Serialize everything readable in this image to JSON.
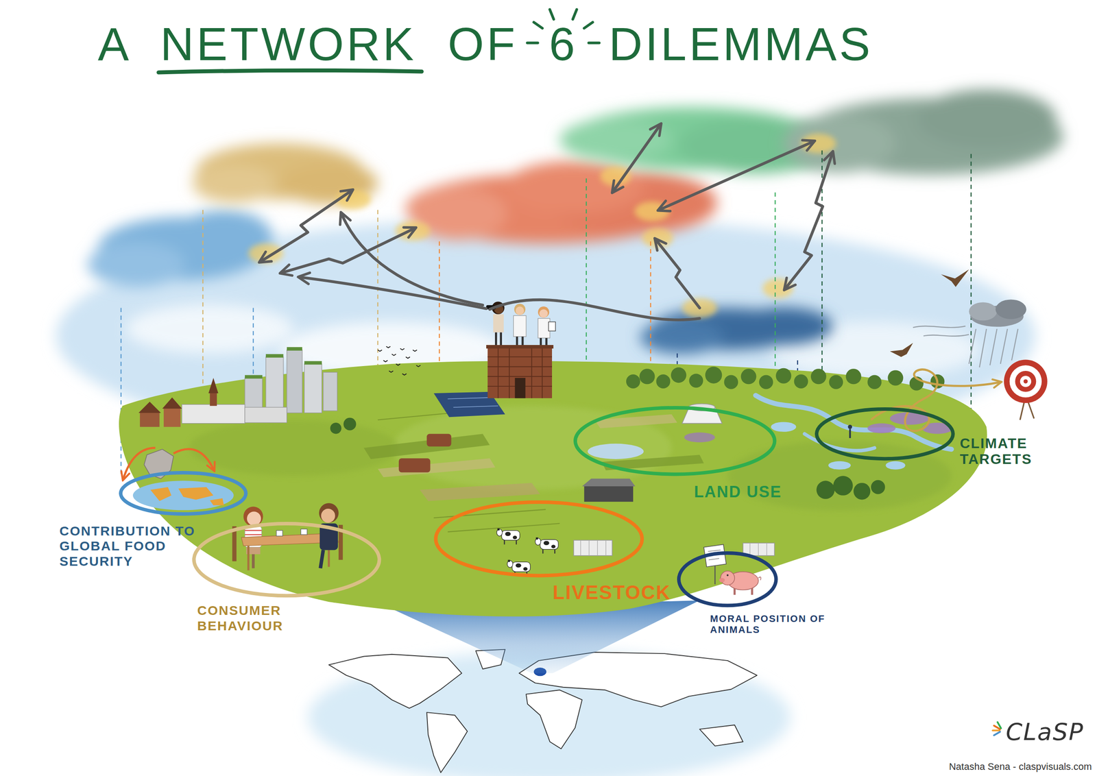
{
  "diagram": {
    "title": "A NETWORK OF 6 DILEMMAS",
    "nodes": [
      {
        "text": [
          "CONTRIBUTION TO GLOBAL FOOD SECURITY"
        ]
      },
      {
        "text": [
          "CONSUMER BEHAVIOUR"
        ]
      },
      {
        "text": [
          "LIVESTOCK"
        ]
      },
      {
        "text": [
          "LAND USE"
        ]
      },
      {
        "text": [
          "MORAL POSITION OF ANIMALS"
        ]
      },
      {
        "text": [
          "CLIMATE TARGETS"
        ]
      }
    ],
    "labels": [
      "CLaSP",
      "Natasha Sena - claspvisuals.com"
    ]
  }
}
